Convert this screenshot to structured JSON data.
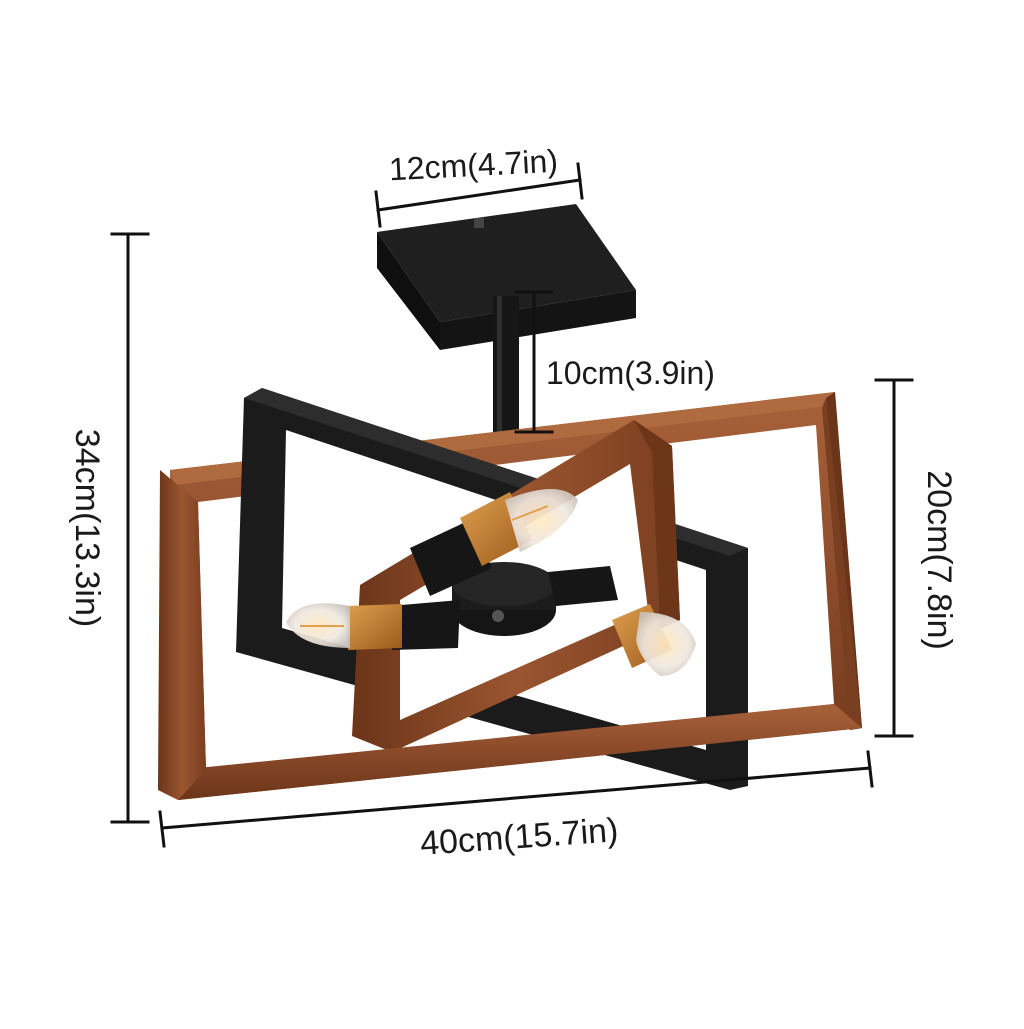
{
  "dimensions": {
    "mount_width": "12cm(4.7in)",
    "rod_length": "10cm(3.9in)",
    "total_height": "34cm(13.3in)",
    "frame_height": "20cm(7.8in)",
    "frame_width": "40cm(15.7in)"
  },
  "colors": {
    "wood": "#8a4a2a",
    "wood_dark": "#6b3519",
    "wood_light": "#a8623a",
    "metal": "#1b1b1b",
    "bulb_base": "#c9852e",
    "background": "#ffffff"
  },
  "icons": [
    "ceiling-mount-plate",
    "down-rod",
    "candle-bulb",
    "bulb-socket"
  ]
}
